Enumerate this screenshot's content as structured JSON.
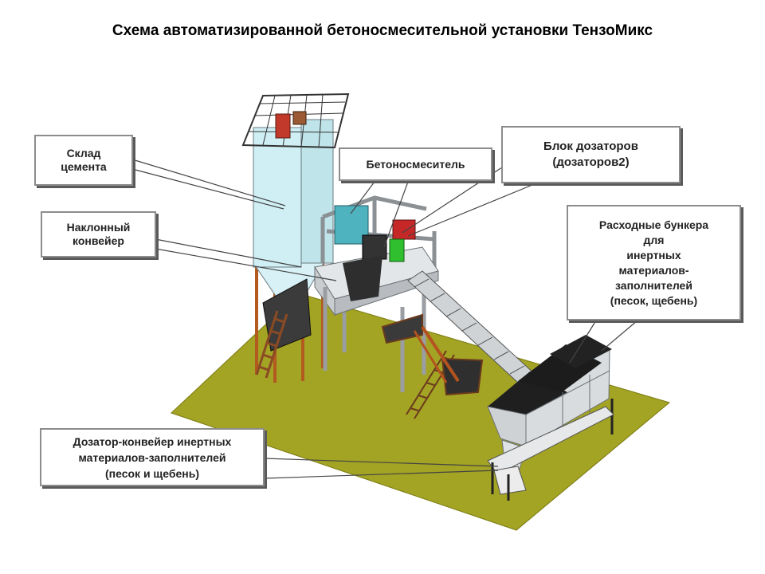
{
  "title": "Схема автоматизированной бетоносмесительной установки ТензоМикс",
  "labels": {
    "cement_silo": [
      "Склад",
      "цемента"
    ],
    "incline_conveyor": [
      "Наклонный",
      "конвейер"
    ],
    "mixer": [
      "Бетоносмеситель"
    ],
    "dosing_block": [
      "Блок дозаторов",
      "(дозаторов2)"
    ],
    "hoppers": [
      "Расходные бункера",
      "для",
      "инертных",
      "материалов-",
      "заполнителей",
      "(песок,  щебень)"
    ],
    "dosing_conveyor": [
      "Дозатор-конвейер инертных",
      "материалов-заполнителей",
      "(песок и щебень)"
    ]
  },
  "colors": {
    "ground": "#a3a324",
    "silo": "#cfeff5",
    "mixer": "#4fb3bf",
    "dosing_red": "#c62828",
    "dosing_green": "#2fbf2f",
    "frame": "#d9dde0",
    "stairs": "#8b4a24",
    "aggregate": "#1c1c1c"
  }
}
